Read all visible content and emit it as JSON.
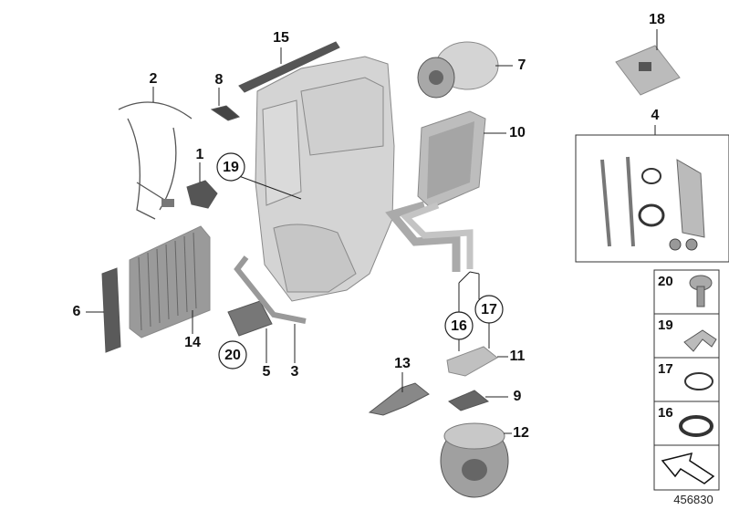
{
  "callouts": {
    "p1": "1",
    "p2": "2",
    "p3": "3",
    "p4": "4",
    "p5": "5",
    "p6": "6",
    "p7": "7",
    "p8": "8",
    "p9": "9",
    "p10": "10",
    "p11": "11",
    "p12": "12",
    "p13": "13",
    "p14": "14",
    "p15": "15",
    "p16": "16",
    "p17": "17",
    "p18": "18",
    "p19": "19",
    "p20": "20"
  },
  "legend_boxes": [
    "20",
    "19",
    "17",
    "16"
  ],
  "diagram_number": "456830"
}
